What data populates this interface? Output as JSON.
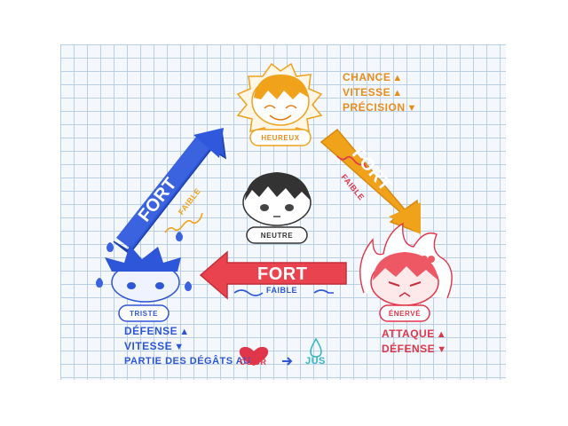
{
  "diagram": {
    "center": {
      "label": "NEUTRE"
    },
    "top": {
      "label": "HEUREUX"
    },
    "left": {
      "label": "TRISTE"
    },
    "right": {
      "label": "ÉNERVÉ"
    },
    "arrows": {
      "left_to_top": {
        "strong": "FORT",
        "weak": "FAIBLE"
      },
      "top_to_right": {
        "strong": "FORT",
        "weak": "FAIBLE"
      },
      "right_to_left": {
        "strong": "FORT",
        "weak": "FAIBLE"
      }
    },
    "stats": {
      "happy": [
        "CHANCE",
        "VITESSE",
        "PRÉCISION"
      ],
      "sad": [
        "DÉFENSE",
        "VITESSE"
      ],
      "sad_extra": {
        "prefix": "PARTIE DES DÉGÂTS AU",
        "heart_label": "CŒUR",
        "juice_label": "JUS"
      },
      "angry": [
        "ATTAQUE",
        "DÉFENSE"
      ]
    },
    "colors": {
      "happy": "#f0a21a",
      "sad": "#2e56d8",
      "angry": "#e0364a",
      "neutral": "#222222"
    }
  }
}
